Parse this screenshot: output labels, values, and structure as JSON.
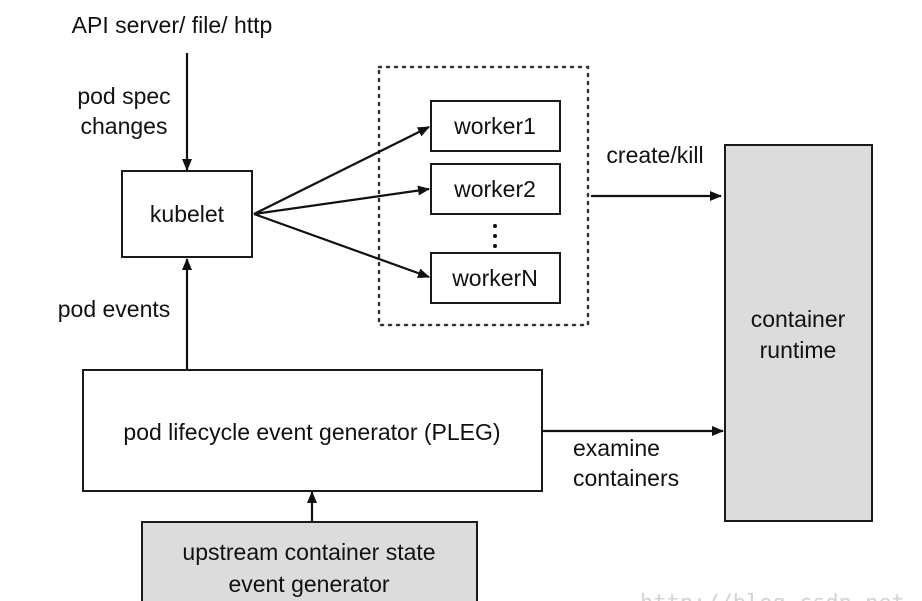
{
  "labels": {
    "source": "API server/ file/ http",
    "pod_spec_line1": "pod spec",
    "pod_spec_line2": "changes",
    "kubelet": "kubelet",
    "worker1": "worker1",
    "worker2": "worker2",
    "workerN": "workerN",
    "create_kill": "create/kill",
    "pod_events": "pod events",
    "container_runtime_line1": "container",
    "container_runtime_line2": "runtime",
    "pleg": "pod lifecycle event generator (PLEG)",
    "examine_line1": "examine",
    "examine_line2": "containers",
    "upstream_line1": "upstream container state",
    "upstream_line2": "event generator"
  },
  "watermark": "http://blog.csdn.net",
  "colors": {
    "box_fill": "#ffffff",
    "highlight_fill": "#dcdcdc",
    "line": "#111111",
    "watermark": "#d4d4d4"
  }
}
